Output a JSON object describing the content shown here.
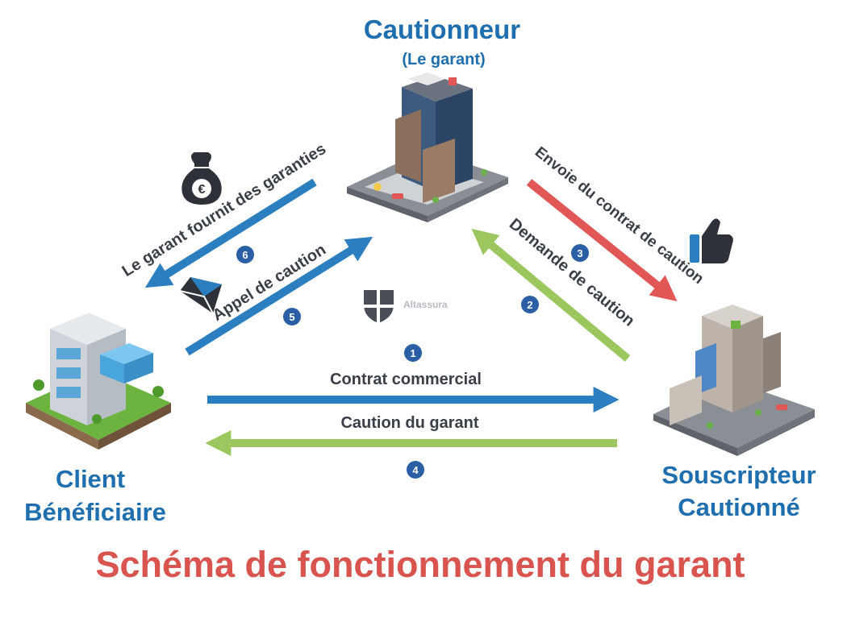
{
  "colors": {
    "blue": "#2b7fc1",
    "blue_text": "#1f6fb0",
    "green": "#9bc75e",
    "red": "#e05756",
    "dark": "#3a3f47",
    "badge": "#2a5fa5",
    "title_red": "#d9534f",
    "gray_logo": "#4a4f57"
  },
  "nodes": {
    "cautionneur": {
      "title": "Cautionneur",
      "subtitle": "(Le garant)"
    },
    "client": {
      "line1": "Client",
      "line2": "Bénéficiaire"
    },
    "souscripteur": {
      "line1": "Souscripteur",
      "line2": "Cautionné"
    }
  },
  "flows": [
    {
      "step": "1",
      "label": "Contrat commercial"
    },
    {
      "step": "2",
      "label": "Demande de caution"
    },
    {
      "step": "3",
      "label": "Envoie du contrat de caution"
    },
    {
      "step": "4",
      "label": "Caution du garant"
    },
    {
      "step": "5",
      "label": "Appel de caution"
    },
    {
      "step": "6",
      "label": "Le garant fournit des garanties"
    }
  ],
  "icons": {
    "money_bag": "money-bag-icon",
    "envelope": "envelope-icon",
    "thumbs_up": "thumbs-up-icon",
    "logo": "altassura-logo-icon"
  },
  "logo_text": "Altassura",
  "bag_symbol": "€",
  "footer_title": "Schéma de fonctionnement du garant"
}
